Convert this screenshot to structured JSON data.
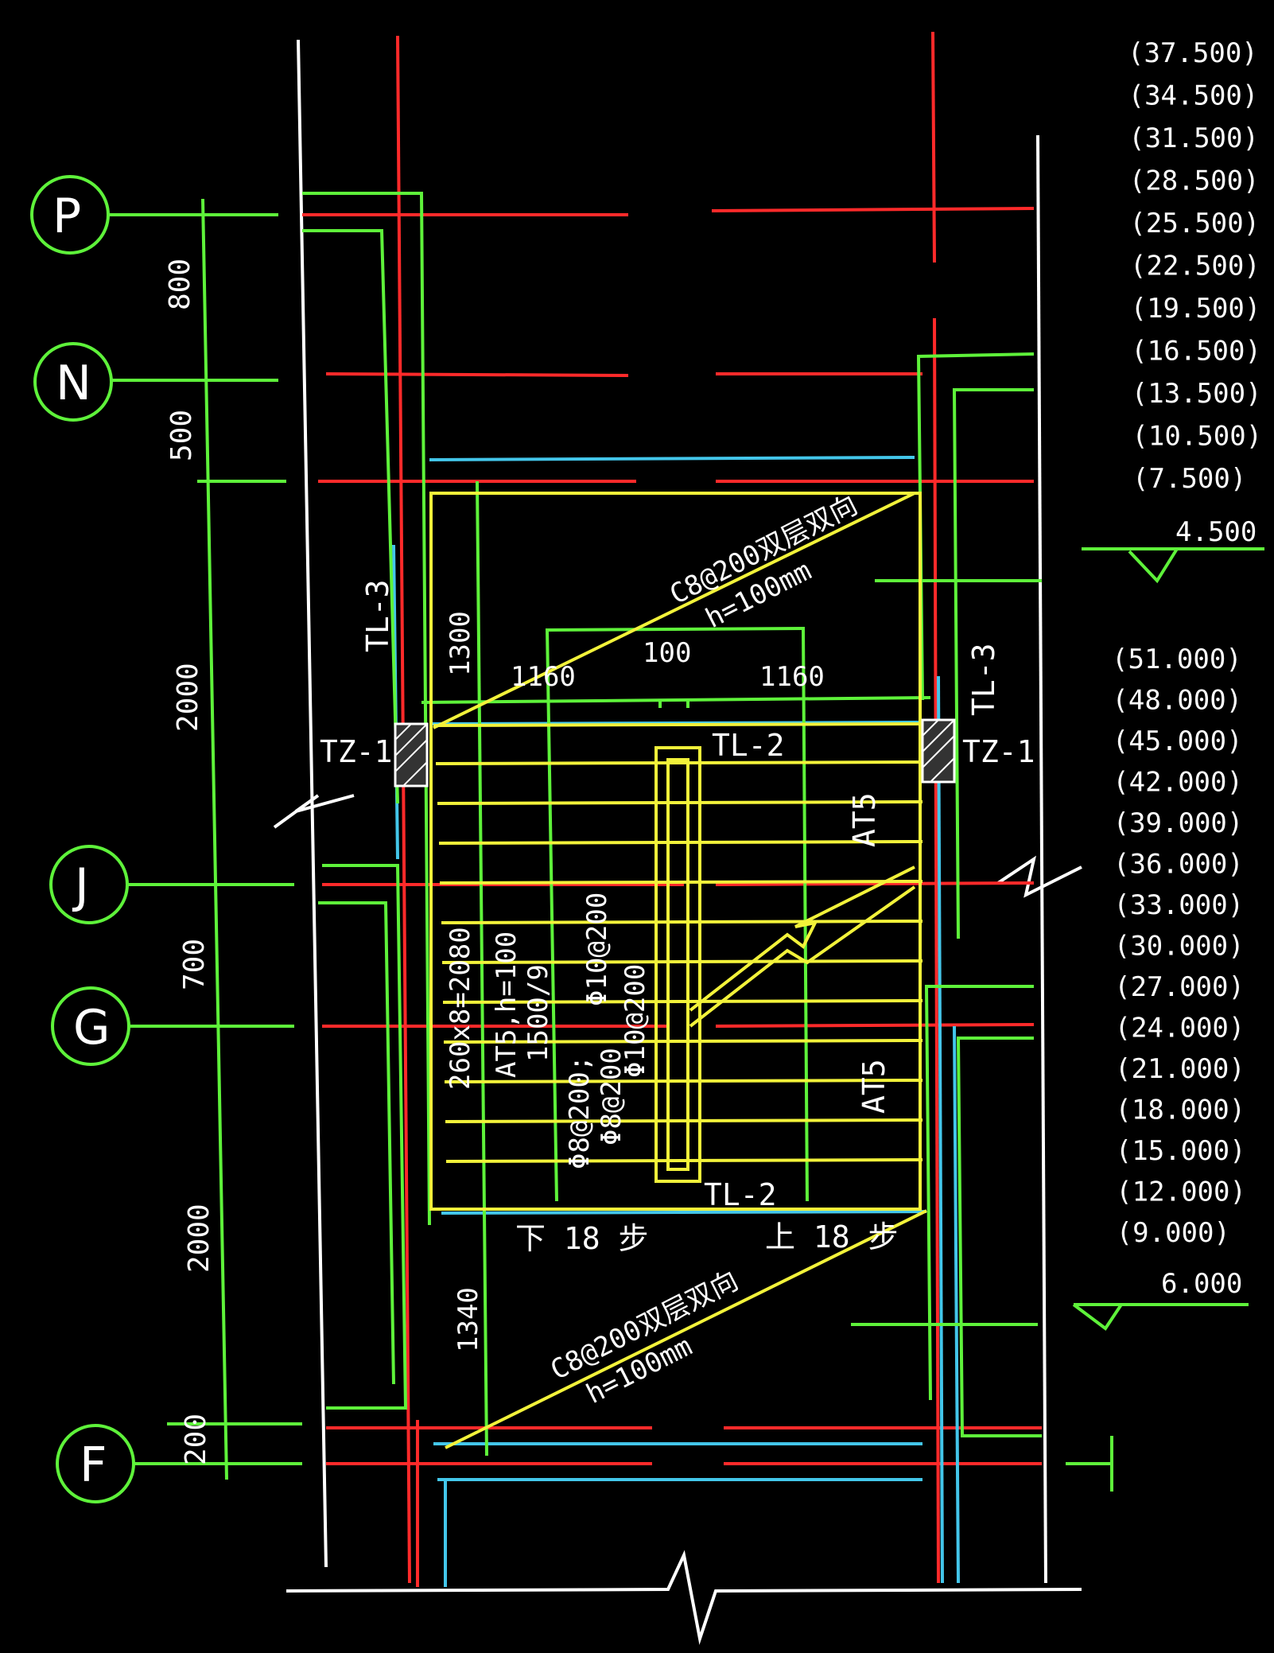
{
  "axes": {
    "p": "P",
    "n": "N",
    "j": "J",
    "g": "G",
    "f": "F"
  },
  "dims_left": {
    "d1": "800",
    "d2": "500",
    "d3": "2000",
    "d4": "700",
    "d5": "2000",
    "d6": "200"
  },
  "dims_inner": {
    "d1300": "1300",
    "d1340": "1340",
    "d1160_a": "1160",
    "d1160_b": "1160",
    "d100": "100"
  },
  "labels": {
    "tl3_left": "TL-3",
    "tl3_right": "TL-3",
    "tz1_left": "TZ-1",
    "tz1_right": "TZ-1",
    "tl2_top": "TL-2",
    "tl2_bottom": "TL-2",
    "at5_upper": "AT5",
    "at5_lower": "AT5",
    "slab_top_1": "C8@200双层双向",
    "slab_top_2": "h=100mm",
    "slab_bot_1": "C8@200双层双向",
    "slab_bot_2": "h=100mm",
    "run_dims": "260x8=2080",
    "at5_spec": "AT5,h=100",
    "at5_width": "1500/9",
    "rebar_1": "Φ10@200",
    "rebar_2": "Φ10@200",
    "rebar_3": "Φ8@200;",
    "rebar_4": "Φ8@200",
    "down_18": "下 18 步",
    "up_18": "上 18 步"
  },
  "elev_top": [
    "(37.500)",
    "(34.500)",
    "(31.500)",
    "(28.500)",
    "(25.500)",
    "(22.500)",
    "(19.500)",
    "(16.500)",
    "(13.500)",
    "(10.500)",
    "(7.500)"
  ],
  "elev_top_mark": "4.500",
  "elev_bottom": [
    "(51.000)",
    "(48.000)",
    "(45.000)",
    "(42.000)",
    "(39.000)",
    "(36.000)",
    "(33.000)",
    "(30.000)",
    "(27.000)",
    "(24.000)",
    "(21.000)",
    "(18.000)",
    "(15.000)",
    "(12.000)",
    "(9.000)"
  ],
  "elev_bottom_mark": "6.000",
  "colors": {
    "green": "#5ef23a",
    "red": "#ff2a2a",
    "yellow": "#f2f23a",
    "cyan": "#43c6ea",
    "white": "#ffffff"
  }
}
